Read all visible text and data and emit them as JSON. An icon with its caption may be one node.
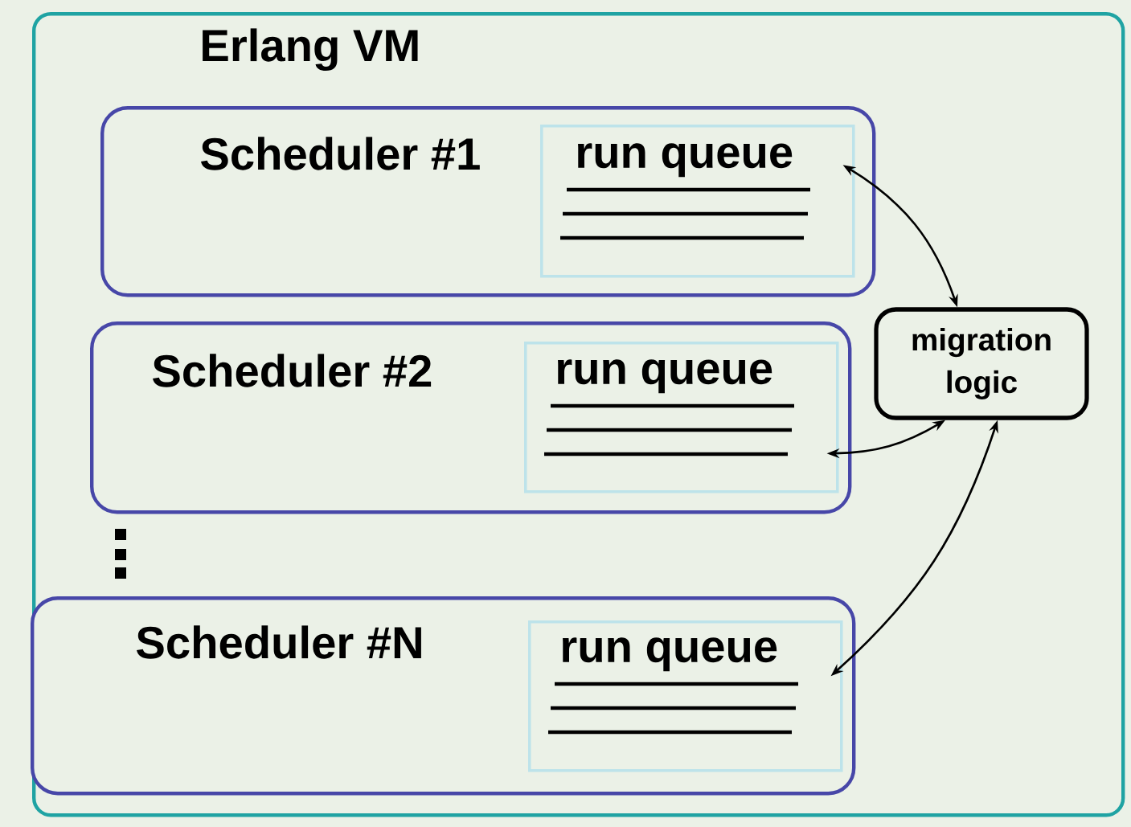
{
  "diagram": {
    "nodes": [
      {
        "text": [
          "Erlang VM"
        ]
      },
      {
        "text": [
          "Scheduler #1"
        ],
        "in": 0
      },
      {
        "text": [
          "run queue"
        ],
        "in": 1
      },
      {
        "text": [
          "Scheduler #2"
        ],
        "in": 0
      },
      {
        "text": [
          "run queue"
        ],
        "in": 3
      },
      {
        "text": [
          "Scheduler #N"
        ],
        "in": 0
      },
      {
        "text": [
          "run queue"
        ],
        "in": 5
      },
      {
        "text": [
          "migration logic"
        ],
        "in": 0
      }
    ],
    "edges": [
      {
        "from": 2,
        "to": 7,
        "arrow": "both"
      },
      {
        "from": 4,
        "to": 7,
        "arrow": "both"
      },
      {
        "from": 6,
        "to": 7,
        "arrow": "both"
      }
    ]
  }
}
